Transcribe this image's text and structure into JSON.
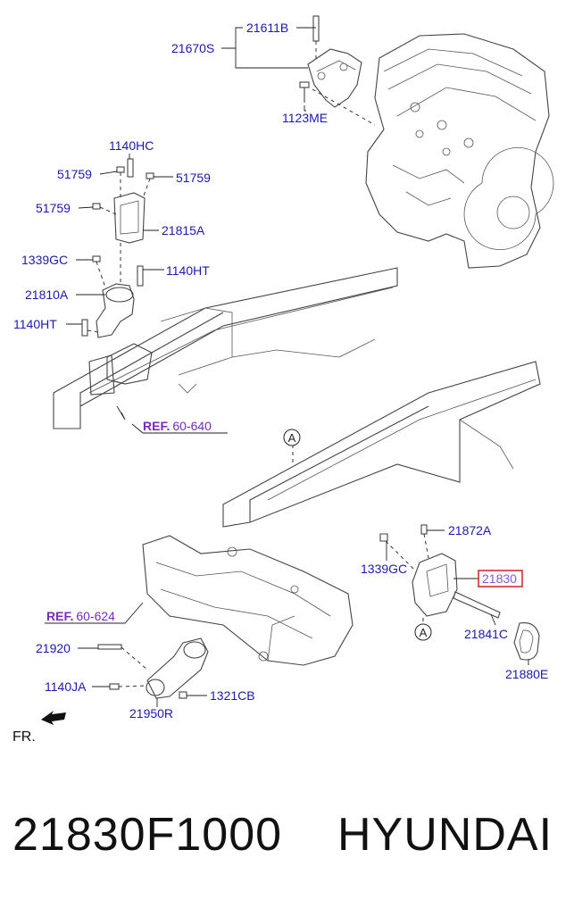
{
  "labels": {
    "l21611B": "21611B",
    "l21670S": "21670S",
    "l1123ME": "1123ME",
    "l1140HC": "1140HC",
    "l51759a": "51759",
    "l51759b": "51759",
    "l51759c": "51759",
    "l21815A": "21815A",
    "l1339GCa": "1339GC",
    "l1140HTa": "1140HT",
    "l21810A": "21810A",
    "l1140HTb": "1140HT",
    "ref1_bold": "REF.",
    "ref1_num": "60-640",
    "circleA1": "A",
    "l21872A": "21872A",
    "l1339GCb": "1339GC",
    "l21830": "21830",
    "ref2_bold": "REF.",
    "ref2_num": "60-624",
    "circleA2": "A",
    "l21841C": "21841C",
    "l21920": "21920",
    "l1140JA": "1140JA",
    "l1321CB": "1321CB",
    "l21950R": "21950R",
    "l21880E": "21880E",
    "fr": "FR."
  },
  "footer": {
    "part_number": "21830F1000",
    "brand": "HYUNDAI"
  },
  "colors": {
    "label": "#1a1ab0",
    "ref": "#7a2ab8",
    "highlight_box": "#d42020"
  }
}
